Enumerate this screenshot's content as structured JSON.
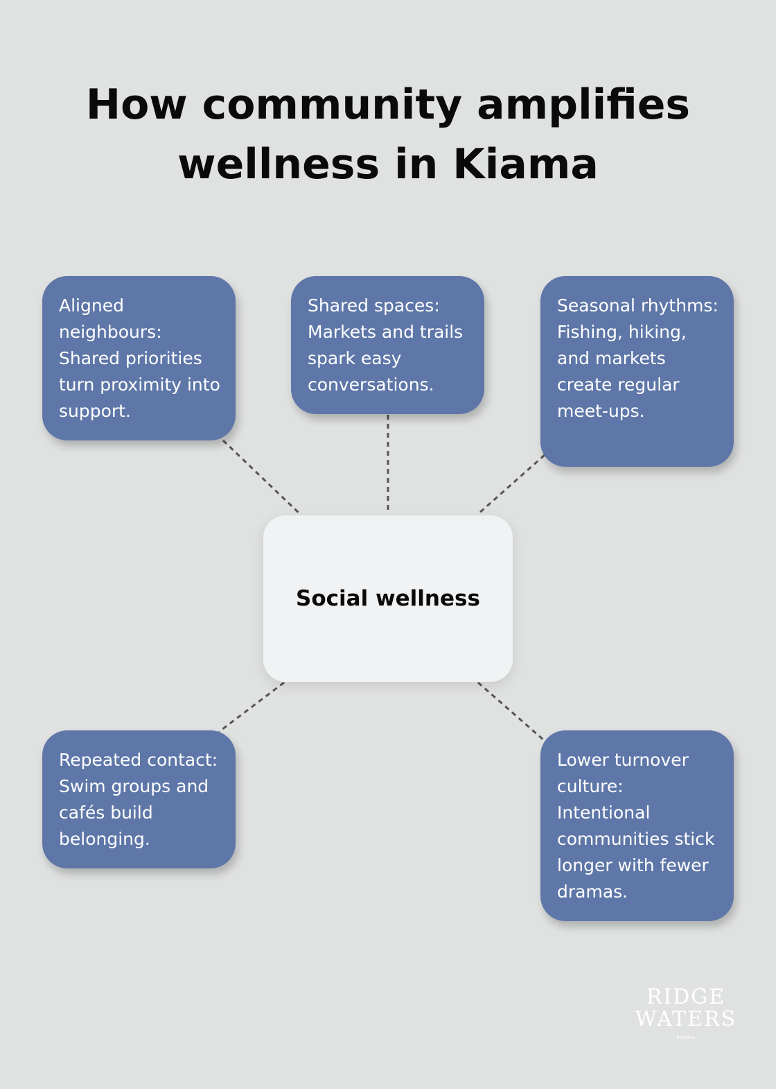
{
  "title": "How community amplifies wellness in Kiama",
  "center": {
    "label": "Social wellness"
  },
  "nodes": [
    "Aligned neighbours: Shared priorities turn proximity into support.",
    "Shared spaces: Markets and trails spark easy conversations.",
    "Seasonal rhythms: Fishing, hiking, and markets create regular meet-ups.",
    "Repeated contact: Swim groups and cafés build belonging.",
    "Lower turnover culture: Intentional communities stick longer with fewer dramas."
  ],
  "logo": {
    "line1": "RIDGE",
    "line2": "WATERS",
    "sub": "KIAMA"
  },
  "colors": {
    "background": "#e0e2e1",
    "node_fill": "#5e77a8",
    "center_fill": "#f0f2f4",
    "connector": "#555555"
  }
}
